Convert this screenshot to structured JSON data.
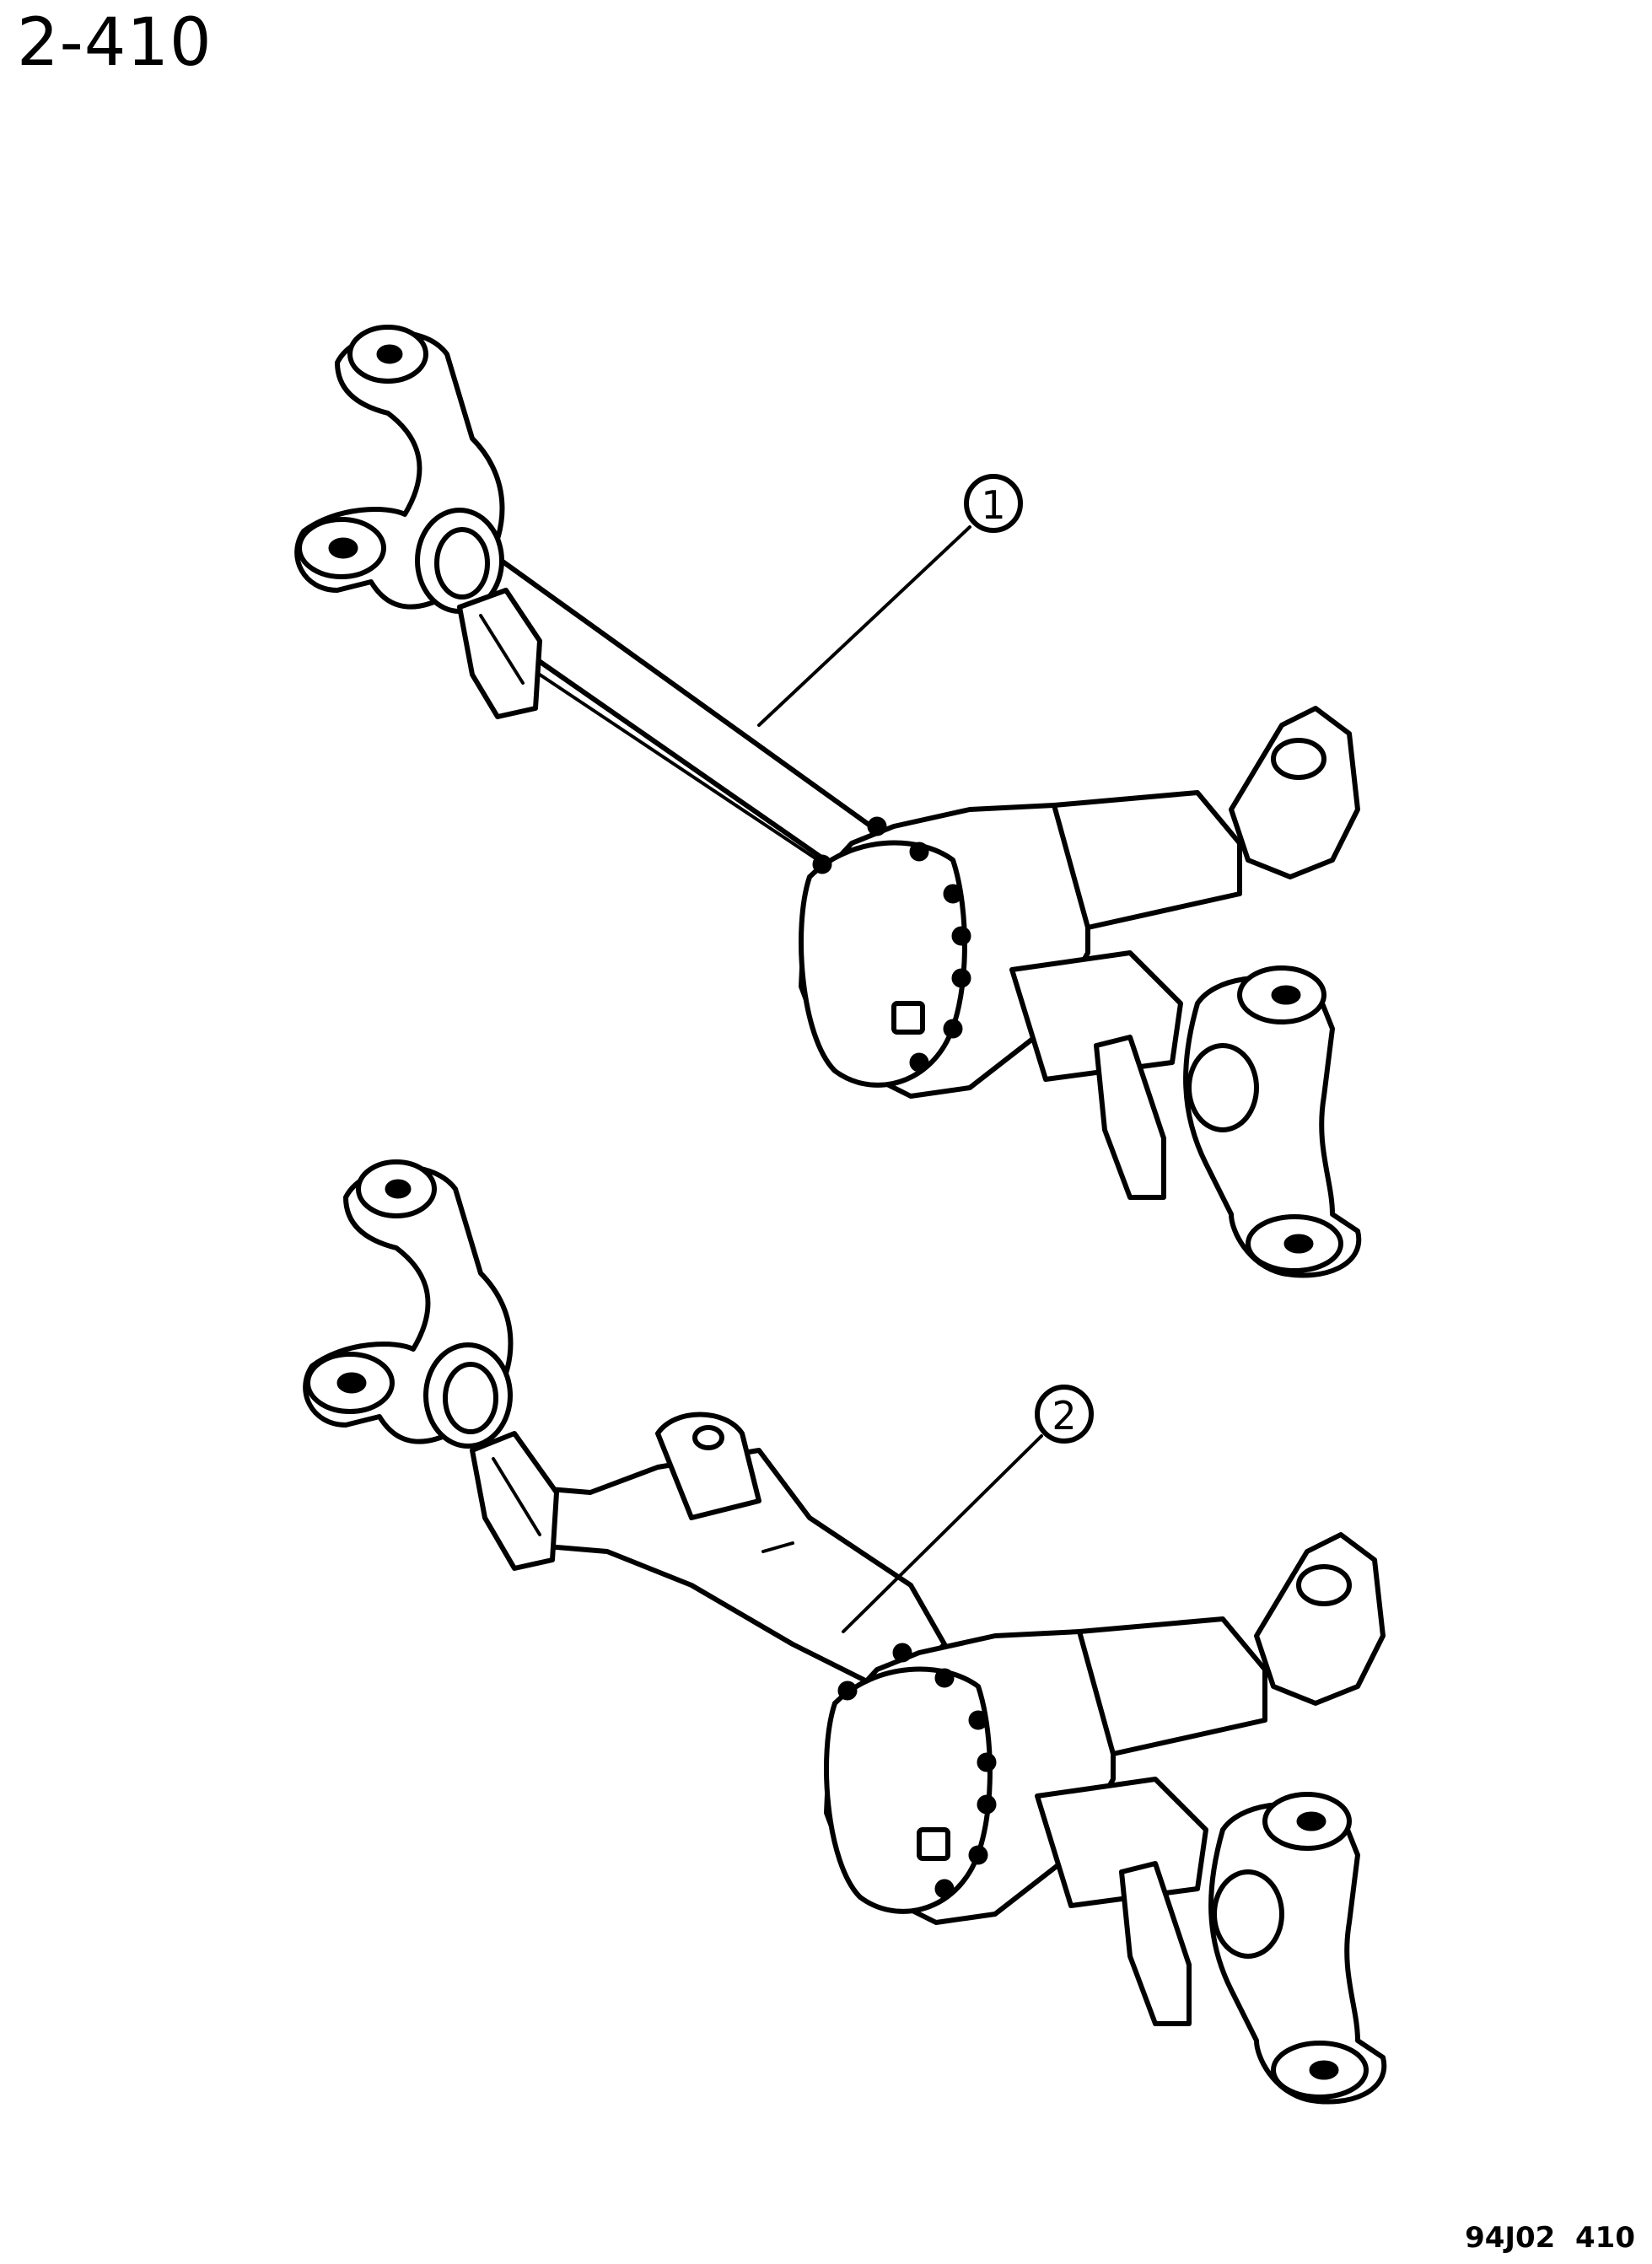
{
  "page_number": "2-410",
  "figure_code": "94J02  410",
  "callouts": [
    {
      "label": "1"
    },
    {
      "label": "2"
    }
  ],
  "colors": {
    "ink": "#000000",
    "paper": "#ffffff"
  }
}
